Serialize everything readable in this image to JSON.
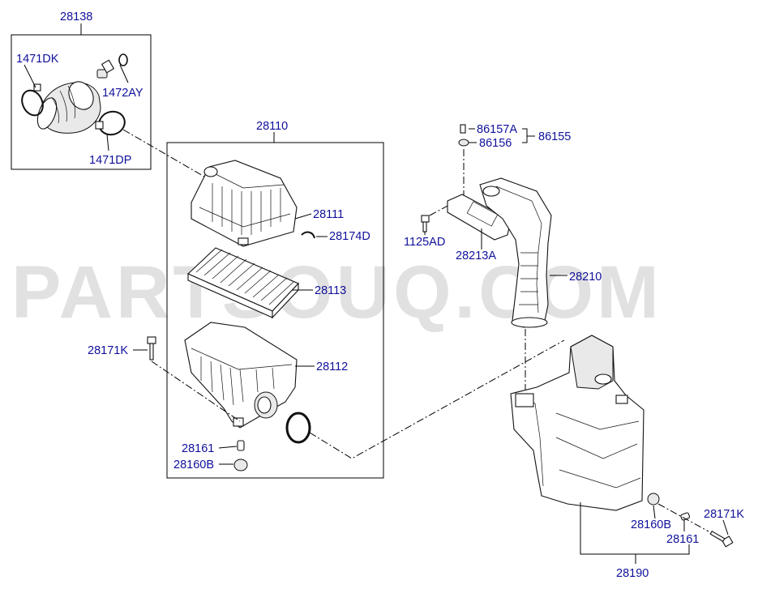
{
  "watermark": "PARTSOUQ.COM",
  "labels": {
    "l28138": "28138",
    "l1471DK": "1471DK",
    "l1472AY": "1472AY",
    "l1471DP": "1471DP",
    "l28110": "28110",
    "l28111": "28111",
    "l28174D": "28174D",
    "l28113": "28113",
    "l28171K_left": "28171K",
    "l28112": "28112",
    "l28161_left": "28161",
    "l28160B_left": "28160B",
    "l86157A": "86157A",
    "l86156": "86156",
    "l86155": "86155",
    "l1125AD": "1125AD",
    "l28213A": "28213A",
    "l28210": "28210",
    "l28171K_right": "28171K",
    "l28160B_right": "28160B",
    "l28161_right": "28161",
    "l28190": "28190"
  }
}
